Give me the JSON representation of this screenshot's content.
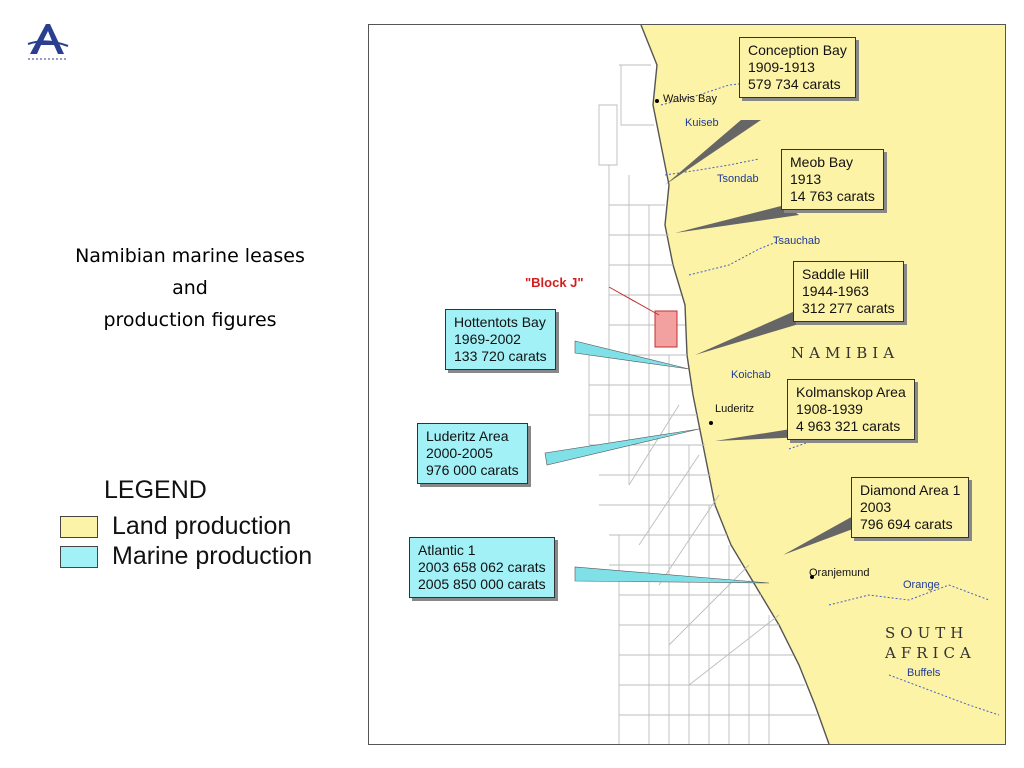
{
  "caption": {
    "line1": "Namibian marine leases",
    "line2": "and",
    "line3": "production figures"
  },
  "legend": {
    "title": "LEGEND",
    "items": [
      {
        "label": "Land production",
        "color": "#fdf3a6"
      },
      {
        "label": "Marine production",
        "color": "#a2f1f7"
      }
    ]
  },
  "map": {
    "land_color": "#fdf3a6",
    "sea_color": "#ffffff",
    "block_j_color": "#f3a0a0",
    "block_j_label": "\"Block J\"",
    "countries": {
      "namibia": "NAMIBIA",
      "south_africa_1": "SOUTH",
      "south_africa_2": "AFRICA"
    },
    "places": {
      "walvis_bay": "Walvis Bay",
      "luderitz": "Luderitz",
      "oranjemund": "Oranjemund"
    },
    "rivers": {
      "kuiseb": "Kuiseb",
      "tsondab": "Tsondab",
      "tsauchab": "Tsauchab",
      "koichab": "Koichab",
      "orange": "Orange",
      "buffels": "Buffels"
    },
    "land_boxes": {
      "conception": {
        "name": "Conception Bay",
        "years": "1909-1913",
        "carats": "579 734 carats"
      },
      "meob": {
        "name": "Meob Bay",
        "years": "1913",
        "carats": "14 763 carats"
      },
      "saddle": {
        "name": "Saddle Hill",
        "years": "1944-1963",
        "carats": "312 277 carats"
      },
      "kolmanskop": {
        "name": "Kolmanskop Area",
        "years": "1908-1939",
        "carats": "4 963 321 carats"
      },
      "diamond": {
        "name": "Diamond Area 1",
        "years": "2003",
        "carats": "796 694 carats"
      }
    },
    "marine_boxes": {
      "hottentots": {
        "name": "Hottentots Bay",
        "years": "1969-2002",
        "carats": "133 720 carats"
      },
      "luderitz_area": {
        "name": "Luderitz Area",
        "years": "2000-2005",
        "carats": "976 000 carats"
      },
      "atlantic": {
        "name": "Atlantic 1",
        "line1": "2003  658 062 carats",
        "line2": "2005  850 000 carats"
      }
    }
  }
}
